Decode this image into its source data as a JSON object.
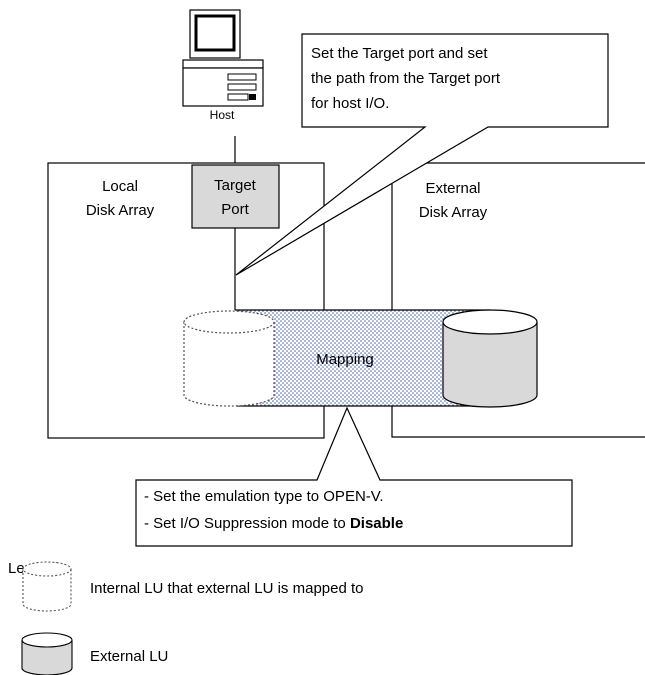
{
  "host": {
    "label": "Host"
  },
  "callout_top": {
    "lines": [
      "Set the Target port and set",
      "the path from the Target port",
      "for host I/O."
    ]
  },
  "local_array": {
    "label_line1": "Local",
    "label_line2": "Disk Array"
  },
  "external_array": {
    "label_line1": "External",
    "label_line2": "Disk Array"
  },
  "target_port": {
    "label_line1": "Target",
    "label_line2": "Port"
  },
  "mapping": {
    "label": "Mapping"
  },
  "callout_bottom": {
    "line1": "- Set the emulation type to OPEN-V.",
    "line2_prefix": "- Set I/O Suppression mode to ",
    "line2_bold": "Disable"
  },
  "legend": {
    "title": "Legend",
    "internal_lu_label": "Internal LU that external LU is mapped to",
    "external_lu_label": "External LU"
  },
  "colors": {
    "gray_fill": "#d9d9d9",
    "dot_blue": "#3b55b3",
    "line": "#000000"
  }
}
